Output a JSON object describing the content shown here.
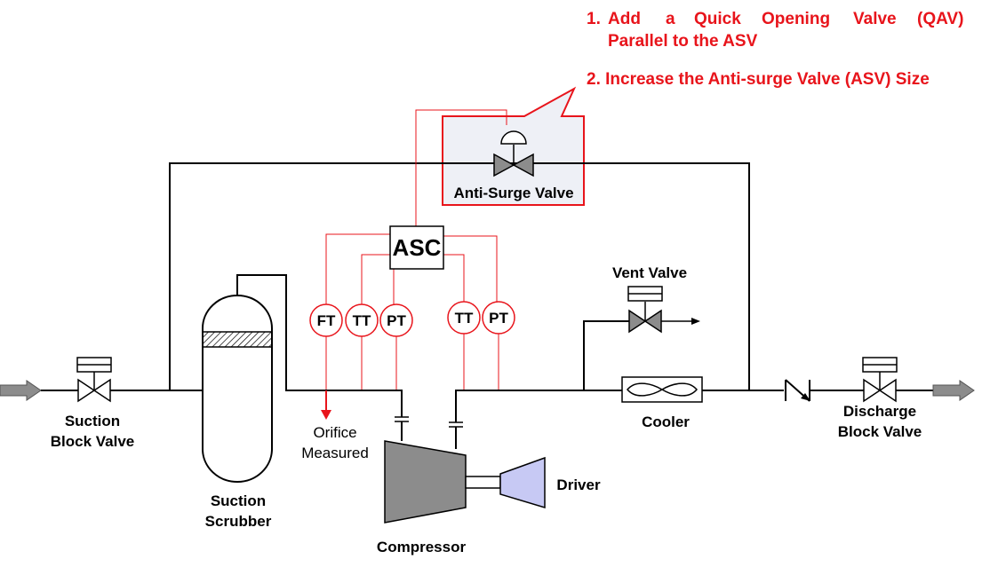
{
  "notes": {
    "note1_num": "1.",
    "note1_words": [
      "Add",
      "a",
      "Quick",
      "Opening",
      "Valve",
      "(QAV)"
    ],
    "note1_line2": "Parallel to the ASV",
    "note2": "2. Increase the Anti-surge Valve (ASV) Size"
  },
  "labels": {
    "anti_surge_valve": "Anti-Surge Valve",
    "asc": "ASC",
    "vent_valve": "Vent Valve",
    "suction_block_valve_1": "Suction",
    "suction_block_valve_2": "Block Valve",
    "suction_scrubber_1": "Suction",
    "suction_scrubber_2": "Scrubber",
    "orifice_1": "Orifice",
    "orifice_2": "Measured",
    "compressor": "Compressor",
    "driver": "Driver",
    "cooler": "Cooler",
    "discharge_block_valve_1": "Discharge",
    "discharge_block_valve_2": "Block Valve"
  },
  "instruments": {
    "suction_ft": "FT",
    "suction_tt": "TT",
    "suction_pt": "PT",
    "discharge_tt": "TT",
    "discharge_pt": "PT"
  },
  "colors": {
    "highlight": "#e8141b",
    "callout_fill": "#eef0f6",
    "equipment_gray": "#8c8c8c",
    "driver_fill": "#c7c9f4",
    "arrow_gray": "#8c8c8c"
  }
}
